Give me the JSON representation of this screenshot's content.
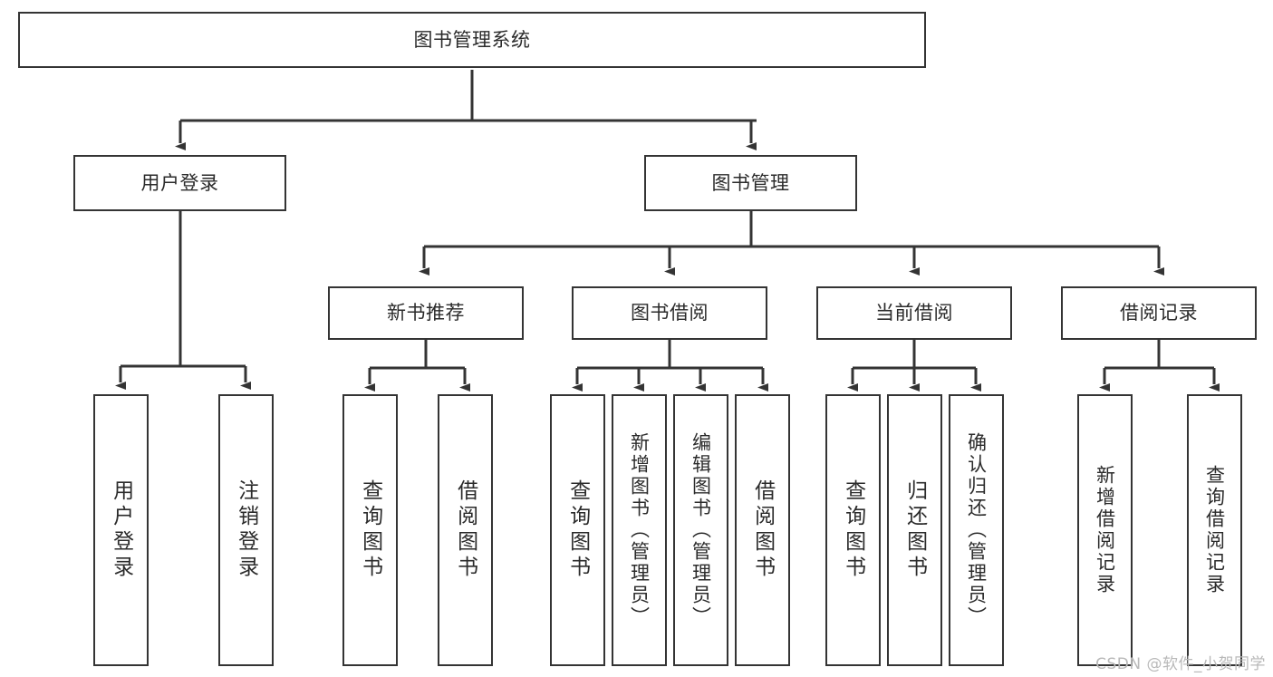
{
  "diagram": {
    "title": "图书管理系统",
    "type": "tree",
    "colors": {
      "box_border": "#343434",
      "box_fill": "#ffffff",
      "line": "#343434",
      "text": "#2b2b2b",
      "watermark": "#b9b9b9"
    },
    "root": {
      "label": "图书管理系统"
    },
    "level2": [
      {
        "label": "用户登录"
      },
      {
        "label": "图书管理"
      }
    ],
    "level3": [
      {
        "label": "新书推荐"
      },
      {
        "label": "图书借阅"
      },
      {
        "label": "当前借阅"
      },
      {
        "label": "借阅记录"
      }
    ],
    "leaves": {
      "user_login": [
        {
          "label": "用户登录"
        },
        {
          "label": "注销登录"
        }
      ],
      "new_book_recommend": [
        {
          "label": "查询图书"
        },
        {
          "label": "借阅图书"
        }
      ],
      "book_borrow": [
        {
          "label": "查询图书"
        },
        {
          "label": "新增图书（管理员）"
        },
        {
          "label": "编辑图书（管理员）"
        },
        {
          "label": "借阅图书"
        }
      ],
      "current_borrow": [
        {
          "label": "查询图书"
        },
        {
          "label": "归还图书"
        },
        {
          "label": "确认归还（管理员）"
        }
      ],
      "borrow_record": [
        {
          "label": "新增借阅记录"
        },
        {
          "label": "查询借阅记录"
        }
      ]
    },
    "watermark": "CSDN @软件_小贺同学"
  }
}
